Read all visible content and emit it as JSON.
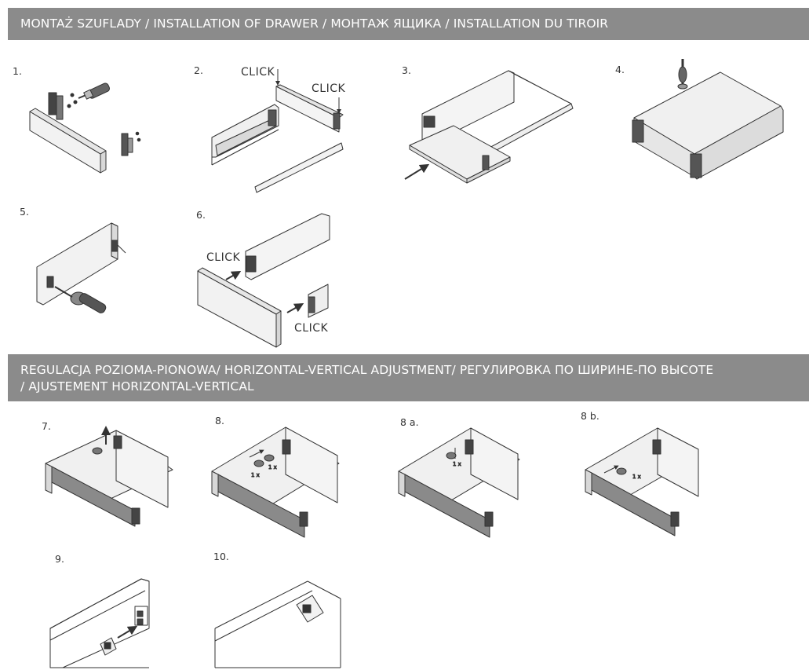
{
  "sections": {
    "installation_title": "MONTAŻ SZUFLADY / INSTALLATION OF DRAWER / МОНТАЖ ЯЩИКА / INSTALLATION DU TIROIR",
    "adjustment_title_line1": "REGULACJA POZIOMA-PIONOWA/ HORIZONTAL-VERTICAL ADJUSTMENT/ РЕГУЛИРОВКА ПО ШИРИНЕ-ПО ВЫСОТЕ",
    "adjustment_title_line2": "/ AJUSTEMENT HORIZONTAL-VERTICAL"
  },
  "steps": {
    "s1": "1.",
    "s2": "2.",
    "s3": "3.",
    "s4": "4.",
    "s5": "5.",
    "s6": "6.",
    "s7": "7.",
    "s8": "8.",
    "s8a": "8 a.",
    "s8b": "8 b.",
    "s9": "9.",
    "s10": "10."
  },
  "labels": {
    "click": "CLICK",
    "one_x": "1 x"
  },
  "icons": {
    "screwdriver": "screwdriver-icon",
    "arrow": "arrow-icon",
    "clip": "front-clip-icon"
  }
}
